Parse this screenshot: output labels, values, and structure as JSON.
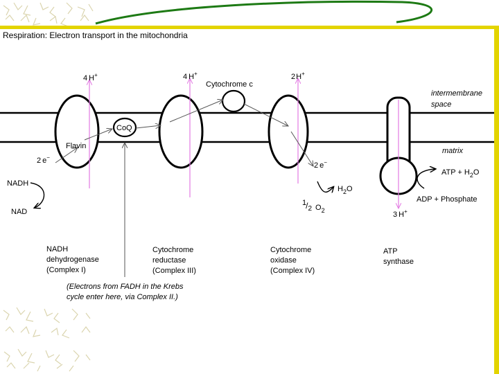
{
  "page": {
    "title": "Respiration: Electron transport in the mitochondria"
  },
  "regions": {
    "intermembrane_1": "intermembrane",
    "intermembrane_2": "space",
    "matrix": "matrix"
  },
  "protons": {
    "complex1": {
      "n": "4",
      "h": "H",
      "sup": "+"
    },
    "complex3": {
      "n": "4",
      "h": "H",
      "sup": "+"
    },
    "complex4": {
      "n": "2",
      "h": "H",
      "sup": "+"
    },
    "synthase": {
      "n": "3",
      "h": "H",
      "sup": "+"
    }
  },
  "labels": {
    "cytochrome_c": "Cytochrome c",
    "coq": "CoQ",
    "flavin": "Flavin",
    "nadh": "NADH",
    "nad": "NAD",
    "water_h": "H",
    "water_sub": "2",
    "water_o": "O",
    "half_num": "1",
    "half_slash": "/",
    "half_den": "2",
    "o2_o": "O",
    "o2_sub": "2",
    "atp_out_1": "ATP + H",
    "atp_out_sub": "2",
    "atp_out_o": "O",
    "adp": "ADP + Phosphate"
  },
  "electrons": {
    "e1_n": "2",
    "e1_e": "e",
    "e1_sup": "−",
    "e2_n": "2",
    "e2_e": "e",
    "e2_sup": "−"
  },
  "complexes": {
    "c1": [
      "NADH",
      "dehydrogenase",
      "(Complex I)"
    ],
    "c3": [
      "Cytochrome",
      "reductase",
      "(Complex III)"
    ],
    "c4": [
      "Cytochrome",
      "oxidase",
      "(Complex IV)"
    ],
    "atp": [
      "ATP",
      "synthase"
    ]
  },
  "note": [
    "(Electrons from FADH in the Krebs",
    "cycle enter here, via Complex II.)"
  ],
  "colors": {
    "accent_yellow": "#e3d400",
    "swoosh_green": "#1d7a14",
    "proton_pink": "#e27ae2",
    "arrow_gray": "#777777",
    "decor_beige": "#d7d0a6"
  }
}
